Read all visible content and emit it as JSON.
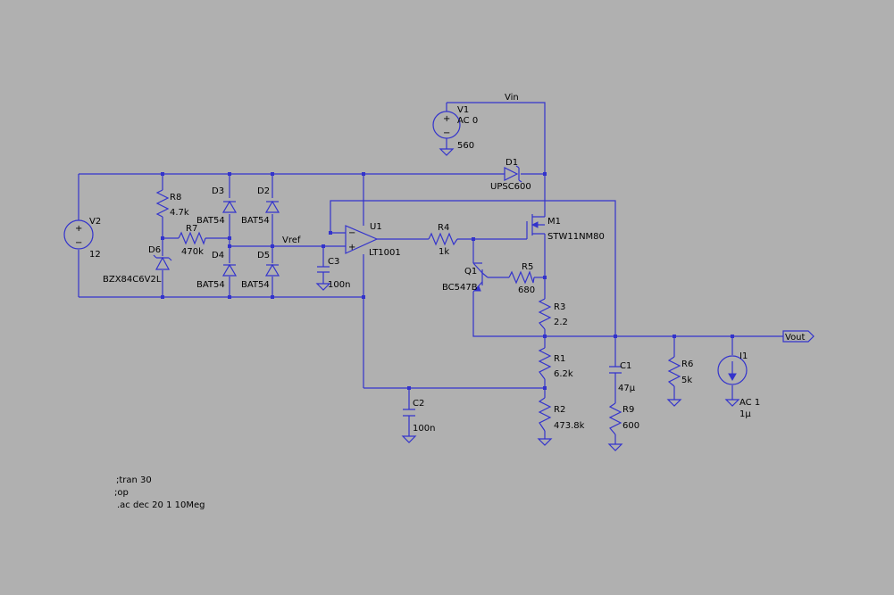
{
  "nets": {
    "vin": "Vin",
    "vref": "Vref",
    "vout": "Vout"
  },
  "components": {
    "V1": {
      "ref": "V1",
      "val1": "AC 0",
      "val2": "560"
    },
    "V2": {
      "ref": "V2",
      "val": "12"
    },
    "D1": {
      "ref": "D1",
      "val": "UPSC600"
    },
    "D2": {
      "ref": "D2",
      "val": "BAT54"
    },
    "D3": {
      "ref": "D3",
      "val": "BAT54"
    },
    "D4": {
      "ref": "D4",
      "val": "BAT54"
    },
    "D5": {
      "ref": "D5",
      "val": "BAT54"
    },
    "D6": {
      "ref": "D6",
      "val": "BZX84C6V2L"
    },
    "R1": {
      "ref": "R1",
      "val": "6.2k"
    },
    "R2": {
      "ref": "R2",
      "val": "473.8k"
    },
    "R3": {
      "ref": "R3",
      "val": "2.2"
    },
    "R4": {
      "ref": "R4",
      "val": "1k"
    },
    "R5": {
      "ref": "R5",
      "val": "680"
    },
    "R6": {
      "ref": "R6",
      "val": "5k"
    },
    "R7": {
      "ref": "R7",
      "val": "470k"
    },
    "R8": {
      "ref": "R8",
      "val": "4.7k"
    },
    "R9": {
      "ref": "R9",
      "val": "600"
    },
    "C1": {
      "ref": "C1",
      "val": "47µ"
    },
    "C2": {
      "ref": "C2",
      "val": "100n"
    },
    "C3": {
      "ref": "C3",
      "val": "100n"
    },
    "U1": {
      "ref": "U1",
      "val": "LT1001"
    },
    "M1": {
      "ref": "M1",
      "val": "STW11NM80"
    },
    "Q1": {
      "ref": "Q1",
      "val": "BC547B"
    },
    "I1": {
      "ref": "I1",
      "val1": "AC 1",
      "val2": "1µ"
    }
  },
  "directives": [
    ";tran 30",
    ";op",
    ".ac dec 20 1 10Meg"
  ]
}
